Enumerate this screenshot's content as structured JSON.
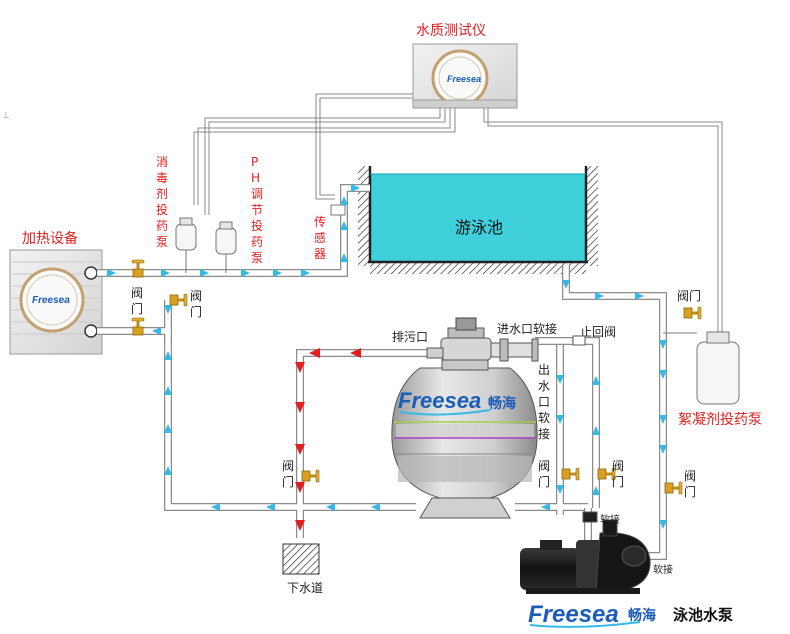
{
  "labels": {
    "water_tester": "水质测试仪",
    "heater": "加热设备",
    "pool": "游泳池",
    "chlorine_pump": [
      "消",
      "毒",
      "剂",
      "投",
      "药",
      "泵"
    ],
    "ph_pump": [
      "P",
      "H",
      "调",
      "节",
      "投",
      "药",
      "泵"
    ],
    "sensor": [
      "传",
      "感",
      "器"
    ],
    "valve_v": [
      "阀",
      "门"
    ],
    "valve_h": "阀门",
    "drain_outlet": "排污口",
    "inlet_hose": "进水口软接",
    "check_valve": "止回阀",
    "outlet_hose": [
      "出",
      "水",
      "口",
      "软",
      "接"
    ],
    "flocculant_pump": "絮凝剂投药泵",
    "hose": "软接",
    "sewer": "下水道",
    "pool_pump": "泳池水泵"
  },
  "brand": {
    "name_latin": "Freesea",
    "name_cn": "畅海"
  },
  "colors": {
    "pipe": "#ffffff",
    "pipe_edge": "#888888",
    "flow_arrow": "#36b9e6",
    "drain_arrow": "#e02020",
    "pool_water": "#3fd0dc",
    "label_red": "#e02020",
    "brand_blue": "#1b5db8"
  },
  "icons": [
    "valve-icon",
    "flow-arrow-icon",
    "drain-arrow-icon",
    "ground-hatch-icon"
  ]
}
